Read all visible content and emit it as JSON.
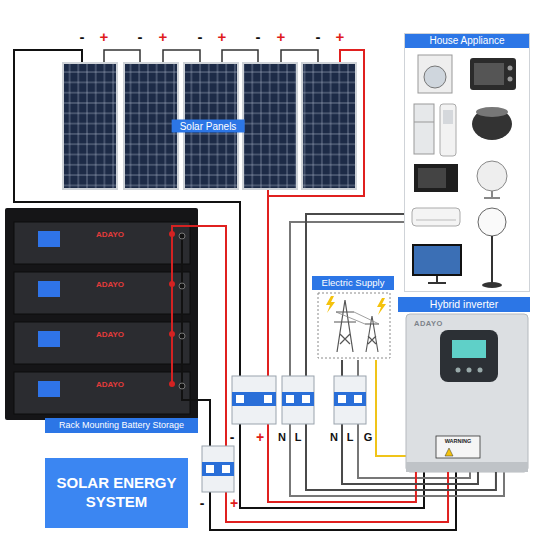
{
  "diagram": {
    "nodes": [
      {
        "text": [
          "House Appliance"
        ]
      },
      {
        "text": [
          "Solar Panels"
        ]
      },
      {
        "text": [
          "Electric Supply"
        ]
      },
      {
        "text": [
          "Hybrid inverter",
          "ADAYO"
        ]
      },
      {
        "text": [
          "Rack Mounting Battery Storage"
        ]
      },
      {
        "text": [
          "SOLAR ENERGY SYSTEM"
        ]
      }
    ],
    "edges": [
      {
        "from": 1,
        "to": 3,
        "arrow": "none"
      },
      {
        "from": 4,
        "to": 3,
        "arrow": "none"
      },
      {
        "from": 2,
        "to": 3,
        "arrow": "none"
      },
      {
        "from": 0,
        "to": 3,
        "arrow": "none"
      }
    ],
    "labels": [
      "-",
      "+",
      "-",
      "+",
      "-",
      "+",
      "-",
      "+",
      "-",
      "+",
      "-",
      "+",
      "N",
      "L",
      "N",
      "L",
      "G",
      "-",
      "+",
      "ADAYO",
      "ADAYO",
      "ADAYO",
      "ADAYO",
      "WARNING"
    ]
  }
}
